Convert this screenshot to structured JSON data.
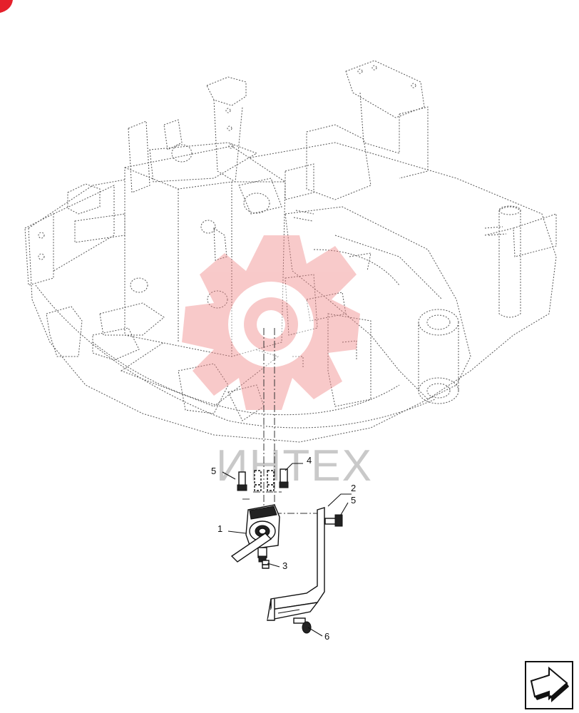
{
  "callouts": [
    {
      "id": "callout-1",
      "label": "1"
    },
    {
      "id": "callout-2",
      "label": "2"
    },
    {
      "id": "callout-3",
      "label": "3"
    },
    {
      "id": "callout-4",
      "label": "4"
    },
    {
      "id": "callout-5a",
      "label": "5"
    },
    {
      "id": "callout-5b",
      "label": "5"
    },
    {
      "id": "callout-6",
      "label": "6"
    }
  ],
  "watermark": {
    "text": "ИНТЕХ",
    "color": "#f08a8a"
  },
  "accent_color": "#e5202b",
  "icons": [
    "corner-marker-icon",
    "next-page-arrow-icon"
  ]
}
